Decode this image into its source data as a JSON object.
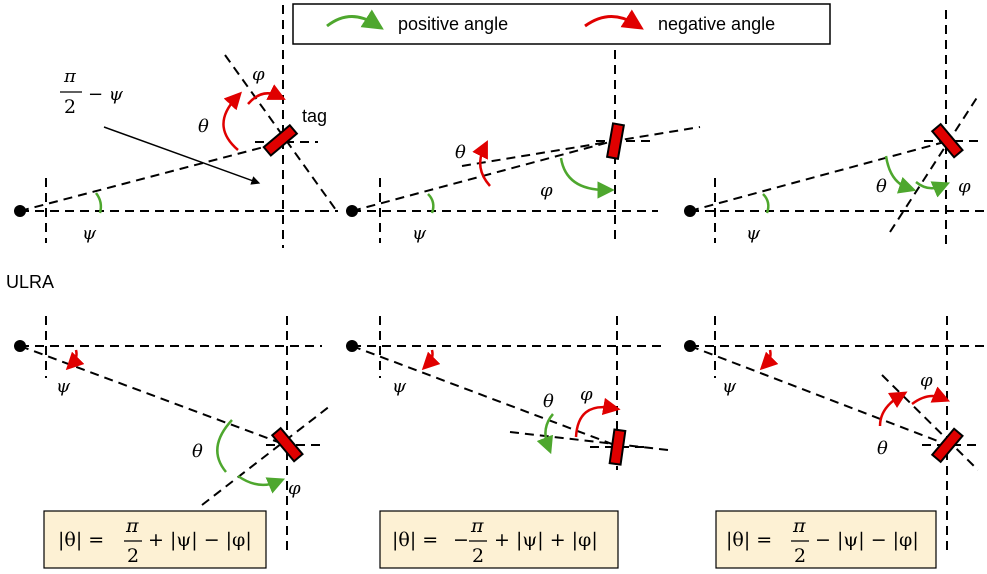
{
  "legend": {
    "positive_label": "positive angle",
    "negative_label": "negative angle",
    "positive_color": "#4ea72e",
    "negative_color": "#e00000"
  },
  "labels": {
    "tag": "tag",
    "ulra": "ULRA",
    "psi": "ψ",
    "theta": "θ",
    "phi": "φ",
    "pi": "π",
    "two": "2",
    "minus_psi": "− ψ"
  },
  "formulas": [
    {
      "lhs": "|θ| =",
      "sign": "",
      "num": "π",
      "den": "2",
      "rest": "+ |ψ| − |φ|"
    },
    {
      "lhs": "|θ| =",
      "sign": "−",
      "num": "π",
      "den": "2",
      "rest": "+ |ψ| + |φ|"
    },
    {
      "lhs": "|θ| =",
      "sign": "",
      "num": "π",
      "den": "2",
      "rest": "− |ψ| − |φ|"
    }
  ],
  "colors": {
    "tag_fill": "#e00000",
    "formula_box_fill": "#fdf1d4"
  }
}
